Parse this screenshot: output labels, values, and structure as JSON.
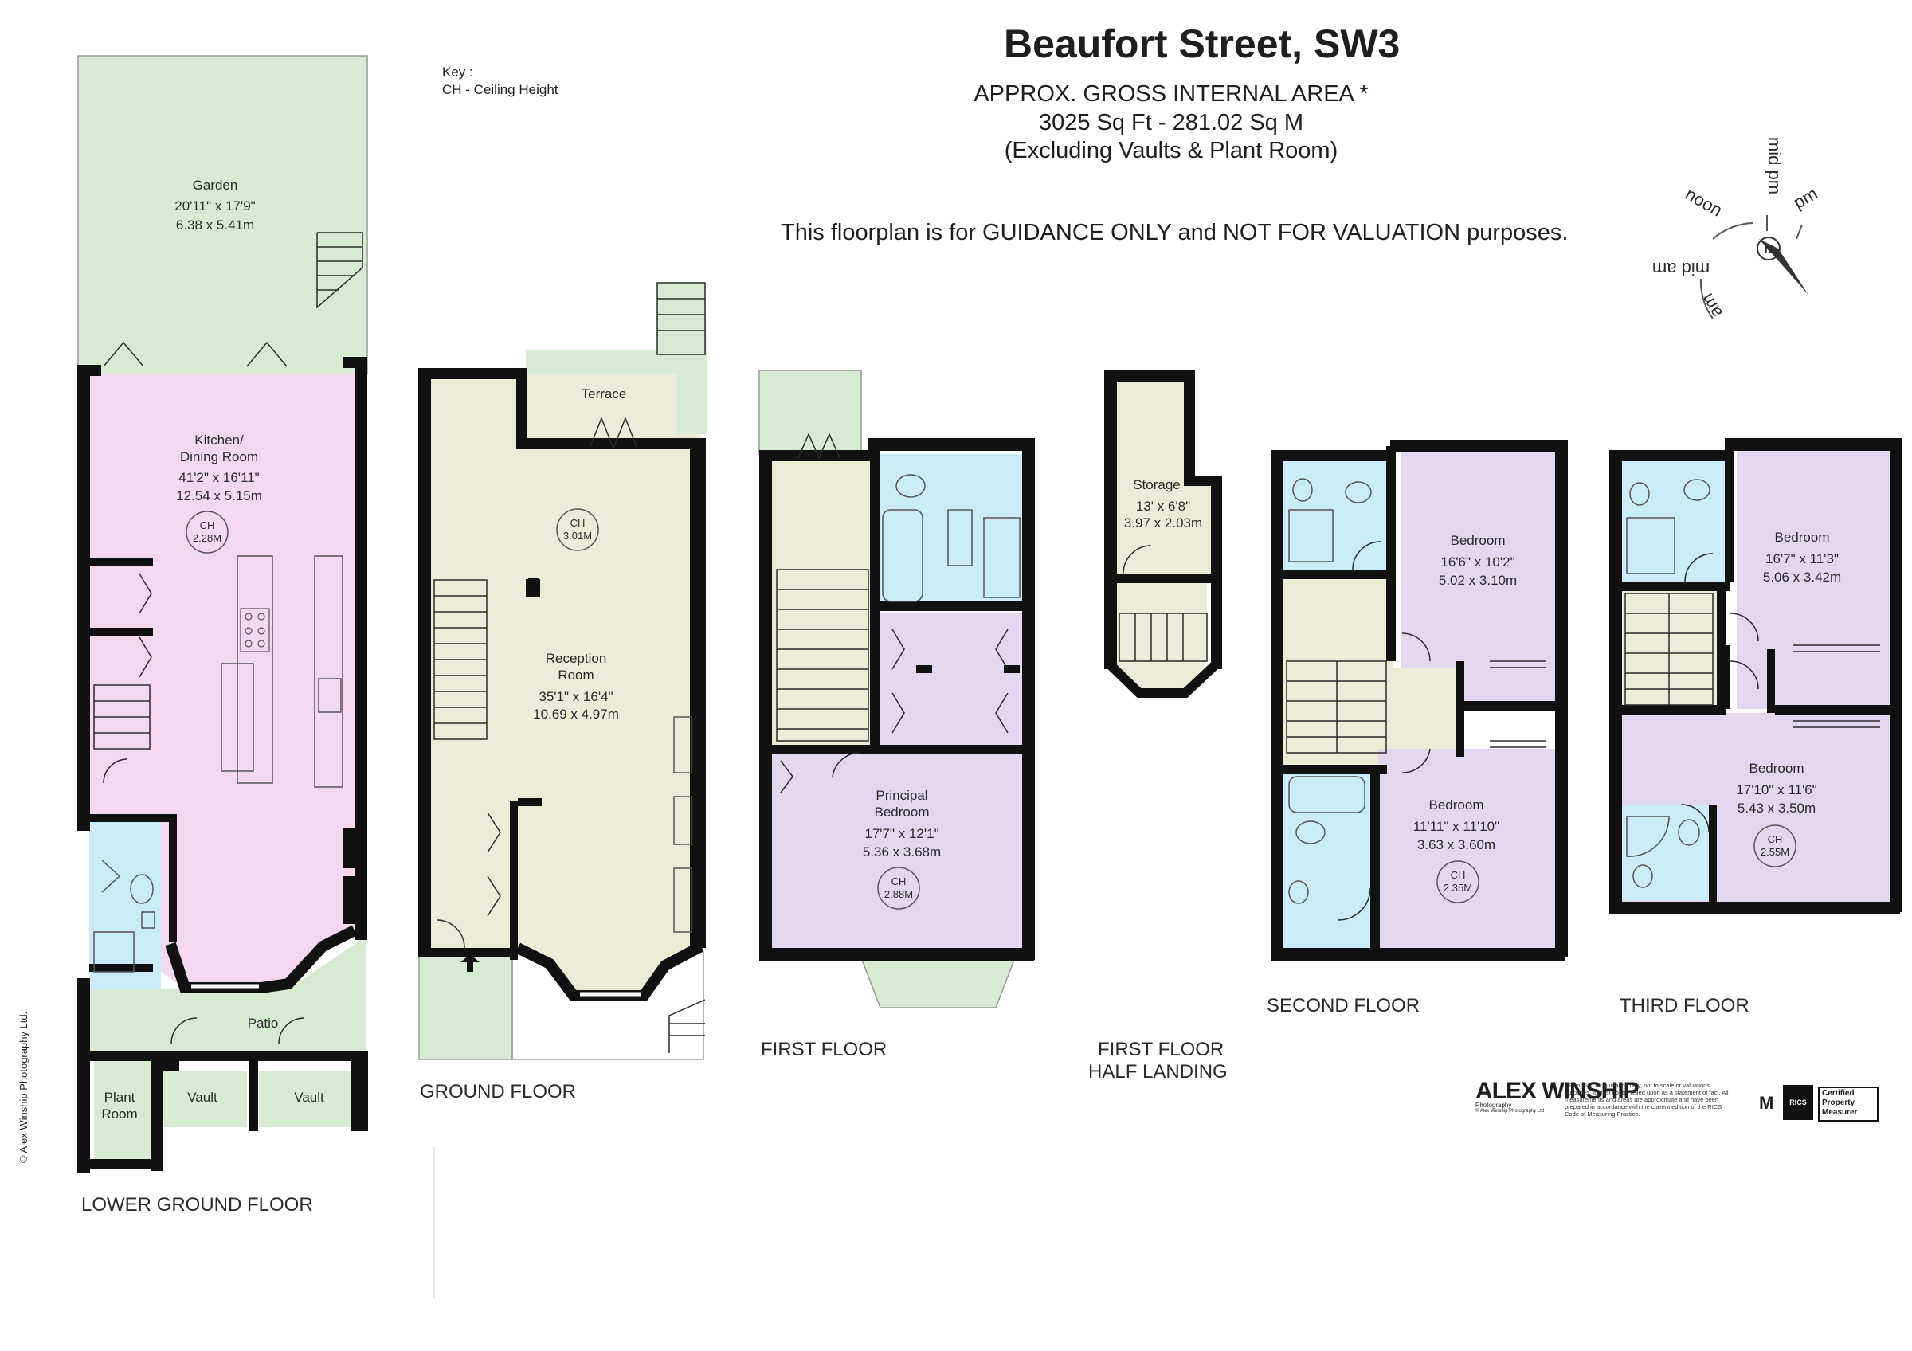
{
  "title": "Beaufort Street, SW3",
  "area": {
    "line1": "APPROX. GROSS INTERNAL  AREA *",
    "line2": "3025 Sq Ft  -  281.02 Sq M",
    "line3": "(Excluding Vaults & Plant Room)"
  },
  "guidance": "This floorplan is for GUIDANCE ONLY and NOT FOR VALUATION purposes.",
  "key": {
    "heading": "Key :",
    "item": "CH - Ceiling Height"
  },
  "compass": {
    "noon": "noon",
    "mid_pm": "mid pm",
    "pm": "pm",
    "mid_am": "mid am",
    "am": "am",
    "north": "N"
  },
  "copyright": "© Alex Winship Photography Ltd.",
  "logo": {
    "name": "ALEX WINSHIP",
    "sub": "Photography",
    "small": "© Alex Winship Photography Ltd"
  },
  "disclaimer": "* Floorplan for guidance only, not to scale or valuations purposes. It must not be relied upon as a statement of fact. All measurements and areas are approximate and have been prepared in accordance with the current edition of the RICS Code of Measuring Practice.",
  "rics": {
    "badge": "RICS",
    "cert": "Certified Property Measurer"
  },
  "colors": {
    "kitchen": "#f4d8ee",
    "reception": "#ecebd8",
    "bedroom": "#e3d7ee",
    "bathroom": "#c9ecf7",
    "outdoor": "#d8ead4",
    "wall": "#111111"
  },
  "floors": {
    "lower_ground": "LOWER GROUND FLOOR",
    "ground": "GROUND FLOOR",
    "first": "FIRST FLOOR",
    "half_landing_1": "FIRST FLOOR",
    "half_landing_2": "HALF LANDING",
    "second": "SECOND FLOOR",
    "third": "THIRD FLOOR"
  },
  "rooms": {
    "garden": {
      "name": "Garden",
      "imp": "20'11\" x 17'9\"",
      "met": "6.38 x 5.41m"
    },
    "kitchen": {
      "name1": "Kitchen/",
      "name2": "Dining Room",
      "imp": "41'2\" x 16'11\"",
      "met": "12.54 x 5.15m",
      "ch1": "CH",
      "ch2": "2.28M"
    },
    "patio": {
      "name": "Patio"
    },
    "plant": {
      "name1": "Plant",
      "name2": "Room"
    },
    "vault1": {
      "name": "Vault"
    },
    "vault2": {
      "name": "Vault"
    },
    "terrace": {
      "name": "Terrace"
    },
    "reception": {
      "name1": "Reception",
      "name2": "Room",
      "imp": "35'1\" x 16'4\"",
      "met": "10.69 x 4.97m",
      "ch1": "CH",
      "ch2": "3.01M"
    },
    "principal": {
      "name1": "Principal",
      "name2": "Bedroom",
      "imp": "17'7\" x 12'1\"",
      "met": "5.36 x 3.68m",
      "ch1": "CH",
      "ch2": "2.88M"
    },
    "storage": {
      "name": "Storage",
      "imp": "13' x 6'8\"",
      "met": "3.97 x 2.03m"
    },
    "bed2a": {
      "name": "Bedroom",
      "imp": "16'6\" x 10'2\"",
      "met": "5.02 x 3.10m"
    },
    "bed2b": {
      "name": "Bedroom",
      "imp": "11'11\" x 11'10\"",
      "met": "3.63 x 3.60m",
      "ch1": "CH",
      "ch2": "2.35M"
    },
    "bed3a": {
      "name": "Bedroom",
      "imp": "16'7\" x 11'3\"",
      "met": "5.06 x 3.42m"
    },
    "bed3b": {
      "name": "Bedroom",
      "imp": "17'10\" x 11'6\"",
      "met": "5.43 x 3.50m",
      "ch1": "CH",
      "ch2": "2.55M"
    }
  }
}
